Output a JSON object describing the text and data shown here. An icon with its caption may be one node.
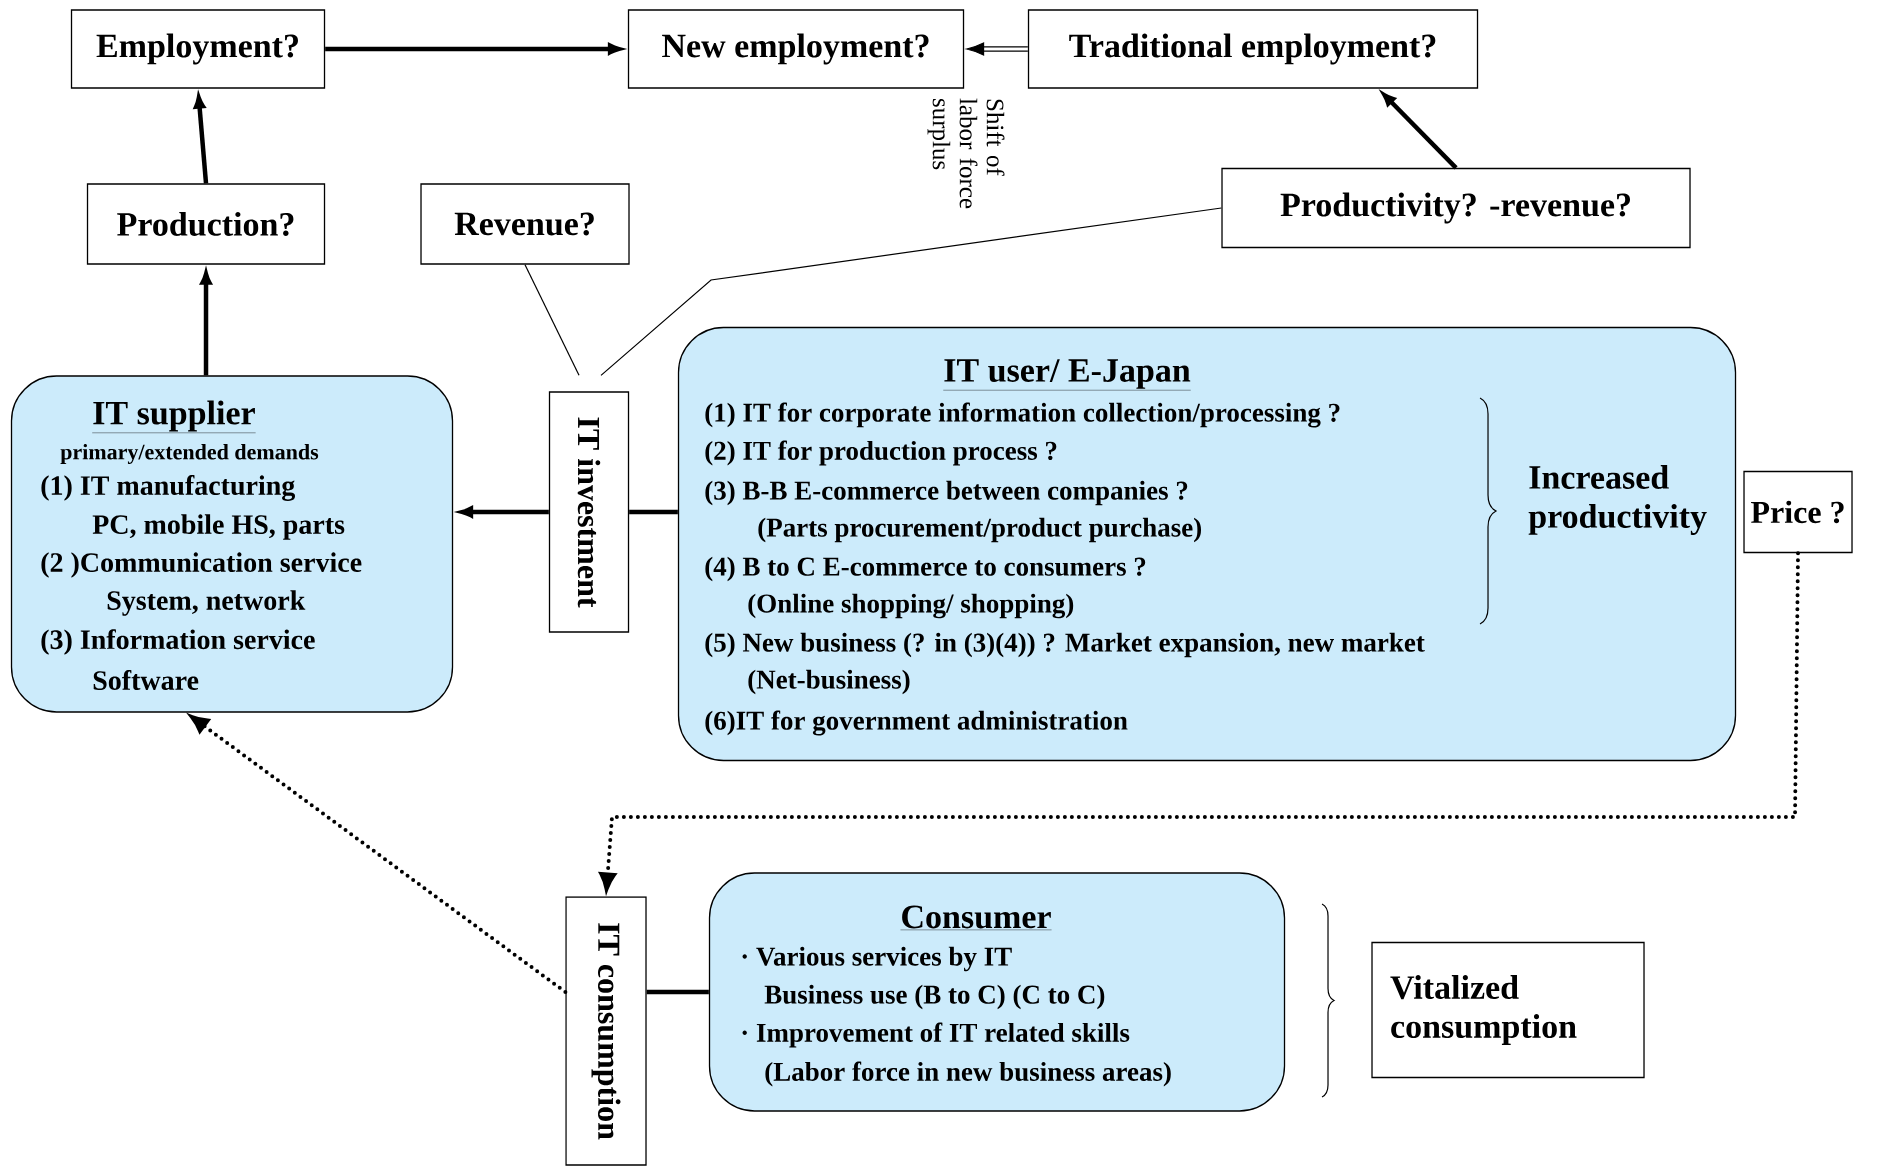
{
  "diagram": {
    "nodes": [
      {
        "text": [
          "Employment?"
        ]
      },
      {
        "text": [
          "New employment?"
        ]
      },
      {
        "text": [
          "Traditional employment?"
        ]
      },
      {
        "text": [
          "Production?"
        ]
      },
      {
        "text": [
          "Revenue?"
        ]
      },
      {
        "text": [
          "Productivity? -revenue?"
        ]
      },
      {
        "text": [
          "IT supplier",
          "primary/extended demands",
          "(1) IT manufacturing",
          "PC, mobile HS, parts",
          "(2 )Communication service",
          "System, network",
          "(3) Information service",
          "Software"
        ]
      },
      {
        "text": [
          "IT investment"
        ]
      },
      {
        "text": [
          "IT user/ E-Japan",
          "(1) IT for corporate information collection/processing ?",
          "(2) IT for production process ?",
          "(3) B-B E-commerce between companies ?",
          "(Parts procurement/product purchase)",
          "(4) B to C E-commerce to consumers ?",
          "(Online shopping/ shopping)",
          "(5) New business (? in (3)(4)) ? Market expansion, new market",
          "(Net-business)",
          "(6)IT for government administration",
          "Increased productivity"
        ]
      },
      {
        "text": [
          "Price ?"
        ]
      },
      {
        "text": [
          "IT consumption"
        ]
      },
      {
        "text": [
          "Consumer",
          "· Various services by IT",
          "Business use (B to C) (C to C)",
          "· Improvement of IT related skills",
          "(Labor force in new business areas)"
        ]
      },
      {
        "text": [
          "Vitalized consumption"
        ]
      }
    ],
    "edges": [
      {
        "from": 0,
        "to": 1,
        "arrow": "to"
      },
      {
        "from": 2,
        "to": 1,
        "arrow": "to",
        "label": "Shift of labor force surplus"
      },
      {
        "from": 3,
        "to": 0,
        "arrow": "to"
      },
      {
        "from": 6,
        "to": 3,
        "arrow": "to"
      },
      {
        "from": 5,
        "to": 2,
        "arrow": "to"
      },
      {
        "from": 4,
        "to": 7,
        "arrow": "none"
      },
      {
        "from": 5,
        "to": 7,
        "arrow": "none"
      },
      {
        "from": 7,
        "to": 6,
        "arrow": "to"
      },
      {
        "from": 8,
        "to": 7,
        "arrow": "none"
      },
      {
        "from": 9,
        "to": 10,
        "arrow": "to",
        "style": "dashed"
      },
      {
        "from": 10,
        "to": 6,
        "arrow": "to",
        "style": "dashed"
      },
      {
        "from": 11,
        "to": 10,
        "arrow": "none"
      }
    ]
  }
}
